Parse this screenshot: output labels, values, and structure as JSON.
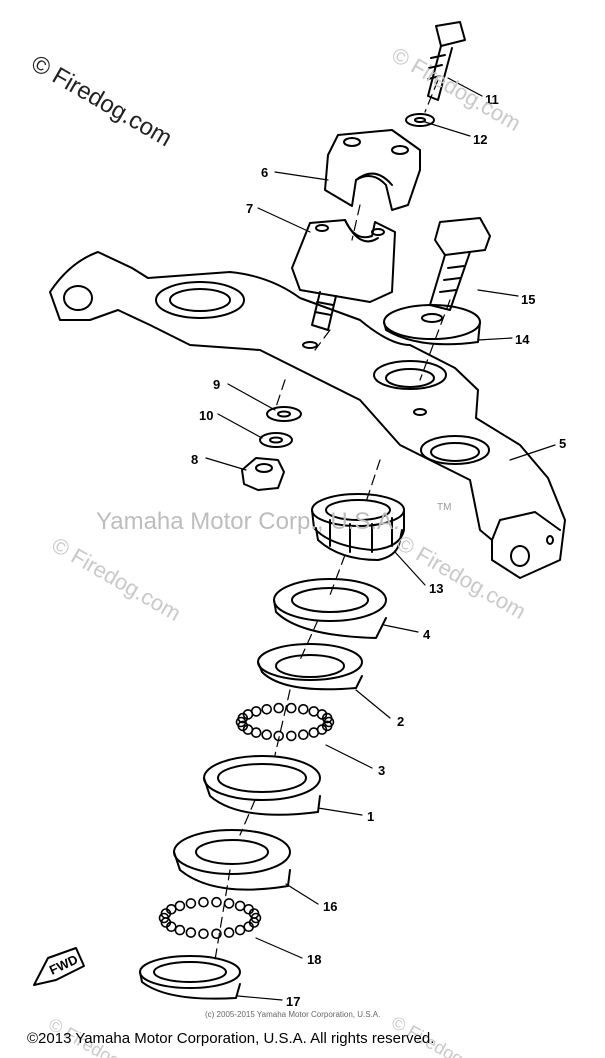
{
  "watermarks": {
    "site_primary": "© Firedog.com",
    "site_repeat": "© Firedog.com",
    "company": "Yamaha Motor Corp., U.S.A.",
    "trademark": "TM",
    "small_copyright": "(c) 2005-2015 Yamaha Motor Corporation, U.S.A."
  },
  "footer": {
    "copyright": "©2013 Yamaha Motor Corporation, U.S.A. All rights reserved."
  },
  "fwd_label": "FWD",
  "callouts": {
    "p1": "1",
    "p2": "2",
    "p3": "3",
    "p4": "4",
    "p5": "5",
    "p6": "6",
    "p7": "7",
    "p8": "8",
    "p9": "9",
    "p10": "10",
    "p11": "11",
    "p12": "12",
    "p13": "13",
    "p14": "14",
    "p15": "15",
    "p16": "16",
    "p17": "17",
    "p18": "18"
  },
  "colors": {
    "line": "#000000",
    "watermark": "#c9c9c9"
  }
}
